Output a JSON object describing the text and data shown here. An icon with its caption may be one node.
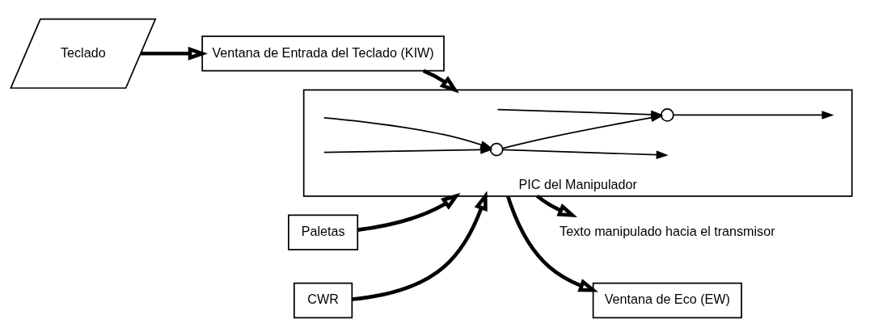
{
  "diagram": {
    "nodes": [
      {
        "text": [
          "Teclado"
        ]
      },
      {
        "text": [
          "Paletas"
        ]
      },
      {
        "text": [
          "Ventana de Entrada del Teclado (KIW)"
        ]
      },
      {
        "text": [
          "PIC del Manipulador"
        ]
      },
      {
        "text": [],
        "shape": "circle",
        "in": 3
      },
      {
        "text": [],
        "shape": "circle",
        "in": 3
      },
      {
        "text": [
          "Texto manipulado hacia el transmisor"
        ]
      },
      {
        "text": [
          "CWR"
        ]
      },
      {
        "text": [
          "Ventana de Eco (EW)"
        ]
      }
    ],
    "edges": [
      {
        "from": 0,
        "to": 2,
        "arrow": "to",
        "style": "thick"
      },
      {
        "from": 1,
        "to": 3,
        "arrow": "to",
        "style": "thick"
      },
      {
        "from": 2,
        "to": 3,
        "arrow": "to",
        "style": "thick"
      },
      {
        "from": 3,
        "to": 6,
        "arrow": "to",
        "style": "thick"
      },
      {
        "from": 7,
        "to": 3,
        "arrow": "to",
        "style": "thick"
      },
      {
        "from": 3,
        "to": 8,
        "arrow": "to",
        "style": "thick"
      },
      {
        "from": null,
        "to": 4,
        "arrow": "to"
      },
      {
        "from": null,
        "to": 4,
        "arrow": "to"
      },
      {
        "from": 4,
        "to": null,
        "arrow": "to"
      },
      {
        "from": 4,
        "to": 5,
        "arrow": "to"
      },
      {
        "from": null,
        "to": 5,
        "arrow": "to"
      },
      {
        "from": 5,
        "to": null,
        "arrow": "to"
      }
    ]
  }
}
